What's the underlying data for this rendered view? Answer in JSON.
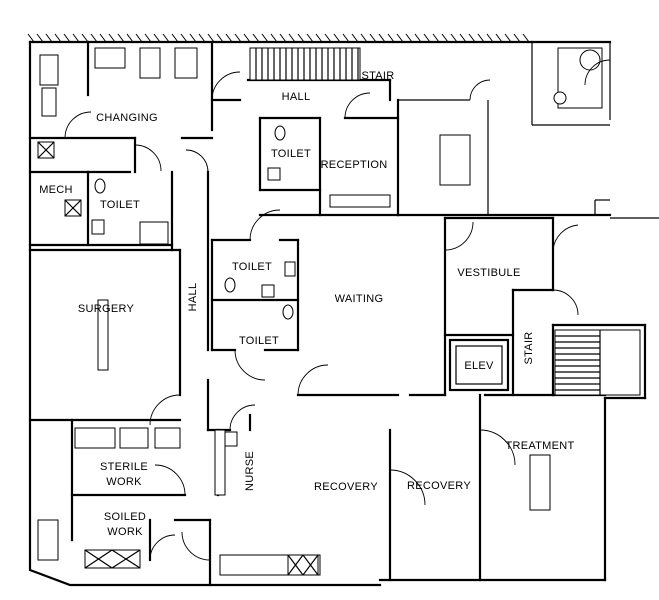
{
  "rooms": {
    "stair_top": "STAIR",
    "hall_top": "HALL",
    "changing": "CHANGING",
    "toilet_reception": "TOILET",
    "reception": "RECEPTION",
    "mech": "MECH",
    "toilet_mech": "TOILET",
    "toilet_center_upper": "TOILET",
    "toilet_center_lower": "TOILET",
    "waiting": "WAITING",
    "vestibule": "VESTIBULE",
    "elev": "ELEV",
    "stair_right": "STAIR",
    "surgery": "SURGERY",
    "hall_vertical": "HALL",
    "treatment": "TREATMENT",
    "sterile": "STERILE",
    "work_sterile": "WORK",
    "nurse": "NURSE",
    "recovery_left": "RECOVERY",
    "recovery_right": "RECOVERY",
    "soiled": "SOILED",
    "work_soiled": "WORK"
  }
}
